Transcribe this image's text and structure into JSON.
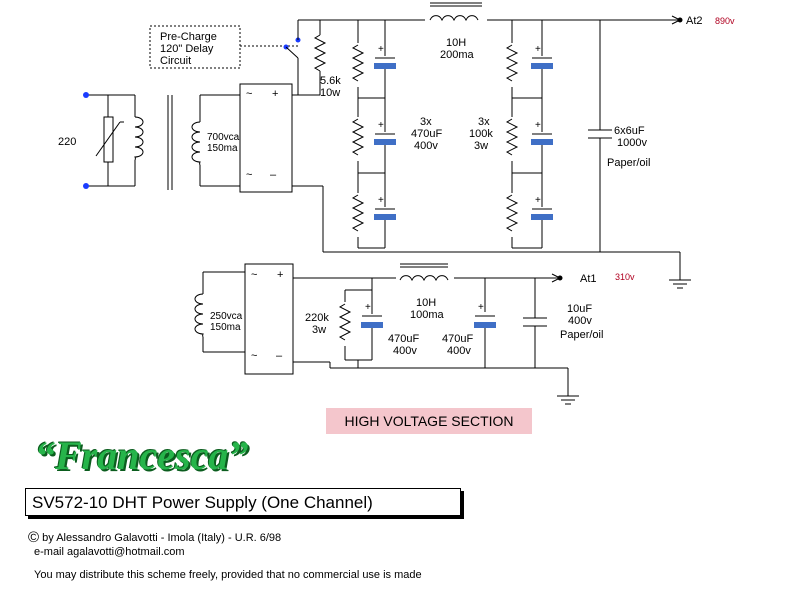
{
  "labels": {
    "mains": "220",
    "precharge": [
      "Pre-Charge",
      "120\" Delay",
      "Circuit"
    ],
    "r_bleeder": [
      "5.6k",
      "10w"
    ],
    "tr1_secondary": [
      "700vca",
      "150ma"
    ],
    "choke1": [
      "10H",
      "200ma"
    ],
    "cap_bank_left": [
      "3x",
      "470uF",
      "400v"
    ],
    "res_bank": [
      "3x",
      "100k",
      "3w"
    ],
    "cap_out1": [
      "6x6uF",
      "1000v"
    ],
    "cap_out1_type": "Paper/oil",
    "at2": "At2",
    "at2_voltage": "890v",
    "tr2_secondary": [
      "250vca",
      "150ma"
    ],
    "r2": [
      "220k",
      "3w"
    ],
    "choke2": [
      "10H",
      "100ma"
    ],
    "c2a": [
      "470uF",
      "400v"
    ],
    "c2b": [
      "470uF",
      "400v"
    ],
    "cap_out2": [
      "10uF",
      "400v",
      "Paper/oil"
    ],
    "at1": "At1",
    "at1_voltage": "310v",
    "bridge_plus": "+",
    "bridge_minus": "–",
    "bridge_ac": "~",
    "cap_plus": "+"
  },
  "section_label": "HIGH VOLTAGE SECTION",
  "logo_text": "“Francesca”",
  "title": "SV572-10  DHT Power Supply (One Channel)",
  "credits": {
    "copyright_symbol": "©",
    "author": "by Alessandro Galavotti - Imola (Italy) - U.R. 6/98",
    "email": "e-mail   agalavotti@hotmail.com",
    "license": "You may distribute this scheme freely, provided that no commercial use is made"
  },
  "colors": {
    "capacitor_plate": "#3f6fc6",
    "terminal_dot": "#1a3cff",
    "voltage_red": "#b00020",
    "section_bg": "#f4c6cc",
    "logo_green": "#26b44a"
  }
}
